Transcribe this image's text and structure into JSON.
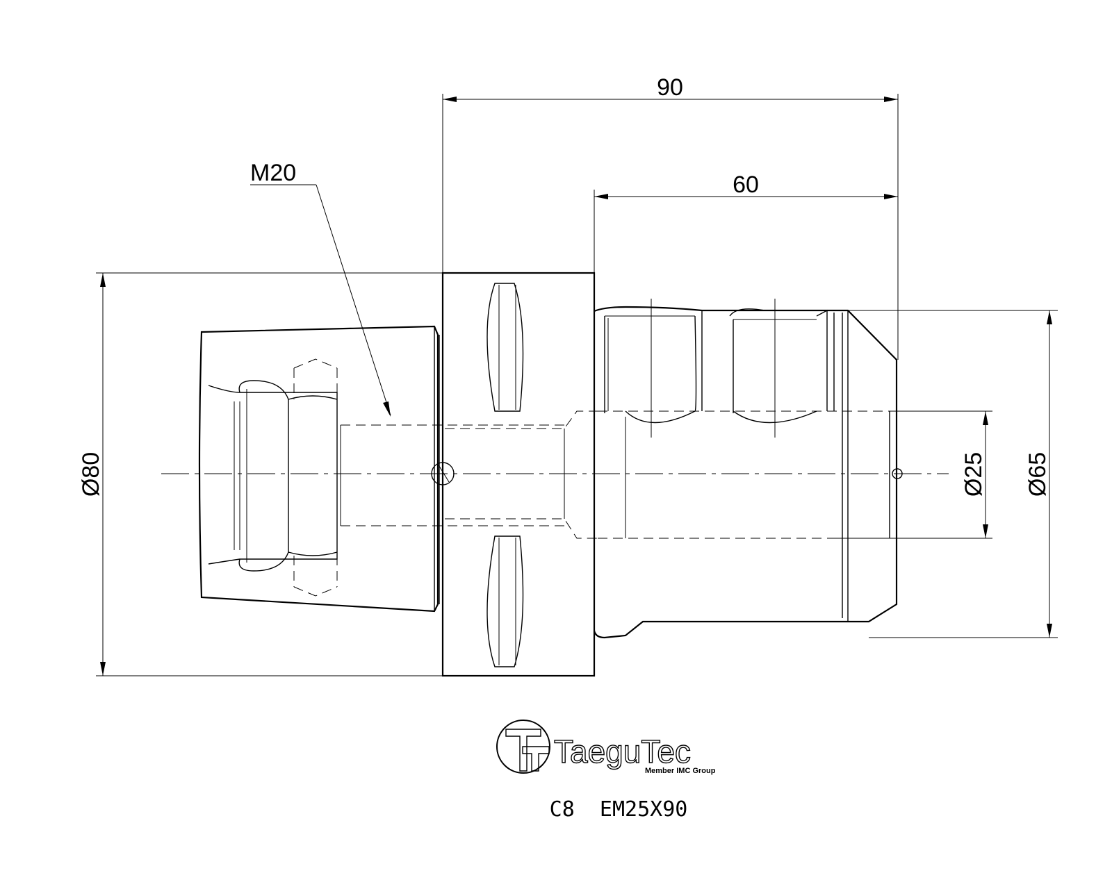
{
  "dimensions": {
    "overall_length": "90",
    "shank_length": "60",
    "thread": "M20",
    "flange_diameter": "Ø80",
    "bore_diameter": "Ø25",
    "shank_diameter": "Ø65"
  },
  "brand": {
    "name": "TaeguTec",
    "tagline": "Member IMC Group",
    "logo_icon": "taegutec-logo-icon"
  },
  "part": {
    "code": "C8  EM25X90"
  }
}
